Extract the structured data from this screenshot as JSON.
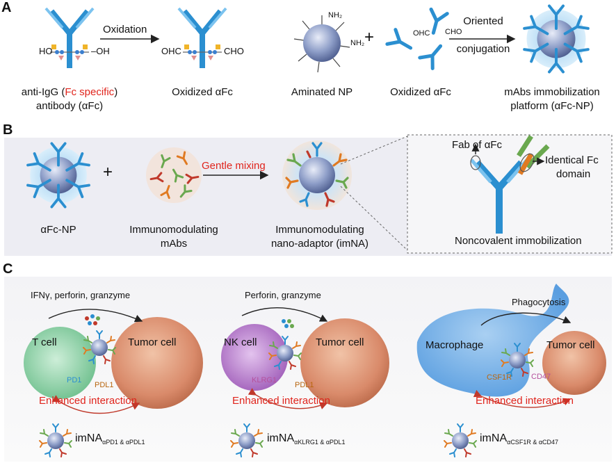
{
  "panelA": {
    "letter": "A",
    "oxidation": "Oxidation",
    "oriented": "Oriented",
    "conjugation": "conjugation",
    "plus": "+",
    "ho": "HO",
    "oh": "OH",
    "oh2": "–OH",
    "ohc": "OHC",
    "cho": "CHO",
    "nh2": "NH₂",
    "antibody_pre": "anti-IgG (",
    "antibody_red": "Fc specific",
    "antibody_post": ")",
    "antibody_line2": "antibody (αFc)",
    "oxidized1": "Oxidized αFc",
    "aminated": "Aminated NP",
    "oxidized2": "Oxidized αFc",
    "platform1": "mAbs immobilization",
    "platform2": "platform (αFc-NP)"
  },
  "panelB": {
    "letter": "B",
    "plus": "+",
    "gentle": "Gentle mixing",
    "afcnp": "αFc-NP",
    "imm1": "Immunomodulating",
    "imm2": "mAbs",
    "nano1": "Immunomodulating",
    "nano2": "nano-adaptor (imNA)",
    "fab": "Fab of αFc",
    "identical1": "Identical Fc",
    "identical2": "domain",
    "noncov": "Noncovalent immobilization"
  },
  "panelC": {
    "letter": "C",
    "enhanced": "Enhanced interaction",
    "s1": {
      "top": "IFNγ, perforin, granzyme",
      "cell": "T cell",
      "tumor": "Tumor cell",
      "r1": "PD1",
      "r2": "PDL1",
      "base": "imNA",
      "sub": "αPD1 & αPDL1"
    },
    "s2": {
      "top": "Perforin, granzyme",
      "cell": "NK cell",
      "tumor": "Tumor cell",
      "r1": "KLRG1",
      "r2": "PDL1",
      "base": "imNA",
      "sub": "αKLRG1 & αPDL1"
    },
    "s3": {
      "top": "Phagocytosis",
      "cell": "Macrophage",
      "tumor": "Tumor cell",
      "r1": "CSF1R",
      "r2": "CD47",
      "base": "imNA",
      "sub": "αCSF1R & αCD47"
    }
  },
  "colors": {
    "antibody_blue": "#2b8fd0",
    "red": "#e0241c",
    "tumor": "#d98a6a",
    "tcell": "#8fd1a6",
    "nk": "#b477c8",
    "macrophage": "#5aa7e6",
    "orange": "#e07a22",
    "green": "#6aa84f"
  }
}
